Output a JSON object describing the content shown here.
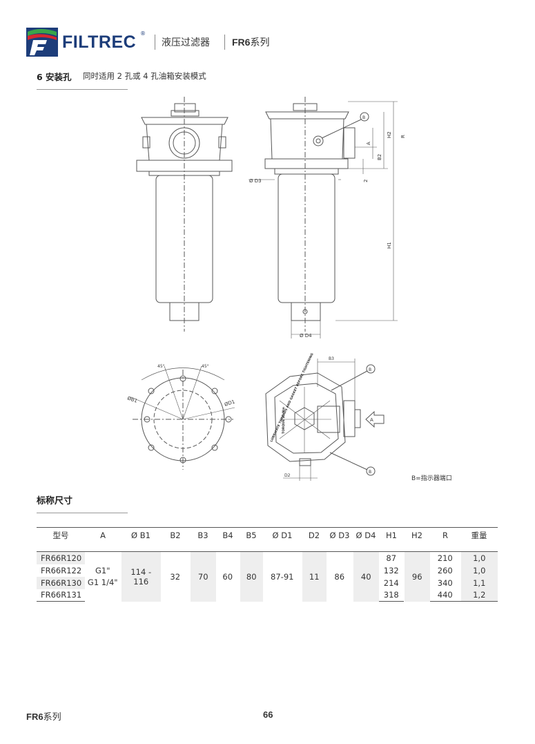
{
  "header": {
    "brand": "FILTREC",
    "registered_mark": "®",
    "product": "液压过滤器",
    "series_code": "FR6",
    "series_word": "系列"
  },
  "section": {
    "title": "6 安装孔",
    "description": "同时适用 2 孔或 4 孔油箱安装模式"
  },
  "drawing_labels": {
    "d3": "Ø D3",
    "d4": "Ø D4",
    "h1": "H1",
    "h2": "H2",
    "r": "R",
    "a": "A",
    "b2": "B2",
    "b5": "2",
    "b_mark": "B",
    "b1": "ØB1",
    "d1": "ØD1",
    "b3": "B3",
    "d2": "D2",
    "angle": "45°",
    "arrow_a": "A",
    "cap_text_1": "LUBRICATE THREADS AND GASKET BEFORE TIGHTENING",
    "cap_text_2": "TORQUE 20 Nm"
  },
  "legend": "B=指示器端口",
  "nominal_title": "标称尺寸",
  "table": {
    "headers": [
      "型号",
      "A",
      "Ø B1",
      "B2",
      "B3",
      "B4",
      "B5",
      "Ø D1",
      "D2",
      "Ø D3",
      "Ø D4",
      "H1",
      "H2",
      "R",
      "重量"
    ],
    "models": [
      "FR66R120",
      "FR66R122",
      "FR66R130",
      "FR66R131"
    ],
    "a_values": [
      "G1\"",
      "G1 1/4\""
    ],
    "b1": "114 - 116",
    "b2": "32",
    "b3": "70",
    "b4": "60",
    "b5": "80",
    "d1": "87-91",
    "d2": "11",
    "d3": "86",
    "d4": "40",
    "h1": [
      "87",
      "132",
      "214",
      "318"
    ],
    "h2": "96",
    "r": [
      "210",
      "260",
      "340",
      "440"
    ],
    "weight": [
      "1,0",
      "1,0",
      "1,1",
      "1,2"
    ]
  },
  "footer": {
    "series_code": "FR6",
    "series_word": "系列",
    "page": "66"
  },
  "colors": {
    "brand_blue": "#1d3d7a",
    "logo_green": "#3aa54a",
    "logo_red": "#d7282f",
    "table_shade": "#eeeeee"
  }
}
